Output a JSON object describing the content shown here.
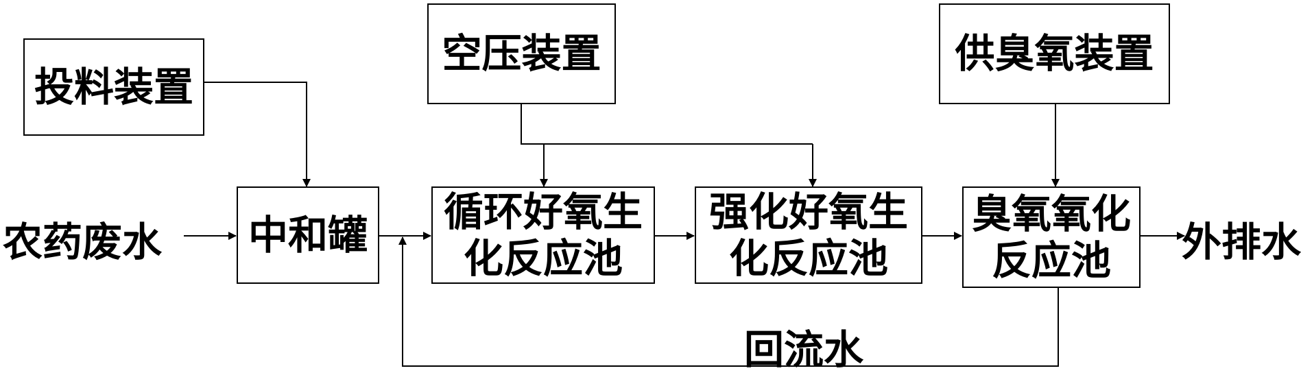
{
  "nodes": {
    "feeding_device": "投料装置",
    "air_compressor": "空压装置",
    "ozone_supply": "供臭氧装置",
    "neutralization_tank": "中和罐",
    "circulating_aerobic_tank": "循环好氧生\n化反应池",
    "enhanced_aerobic_tank": "强化好氧生\n化反应池",
    "ozone_oxidation_tank": "臭氧氧化\n反应池"
  },
  "labels": {
    "input": "农药废水",
    "output": "外排水",
    "return_flow": "回流水"
  },
  "colors": {
    "line": "#000000",
    "background": "#ffffff"
  }
}
